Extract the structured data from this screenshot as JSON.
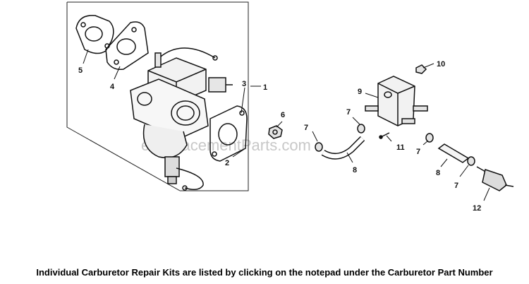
{
  "diagram": {
    "watermark": "eReplacementParts.com",
    "callouts": {
      "c1": "1",
      "c2": "2",
      "c3": "3",
      "c4": "4",
      "c5": "5",
      "c6": "6",
      "c7a": "7",
      "c7b": "7",
      "c7c": "7",
      "c7d": "7",
      "c8a": "8",
      "c8b": "8",
      "c9": "9",
      "c10": "10",
      "c11": "11",
      "c12": "12"
    }
  },
  "footer": {
    "text": "Individual Carburetor Repair Kits are listed by clicking on the notepad under the Carburetor Part Number"
  }
}
